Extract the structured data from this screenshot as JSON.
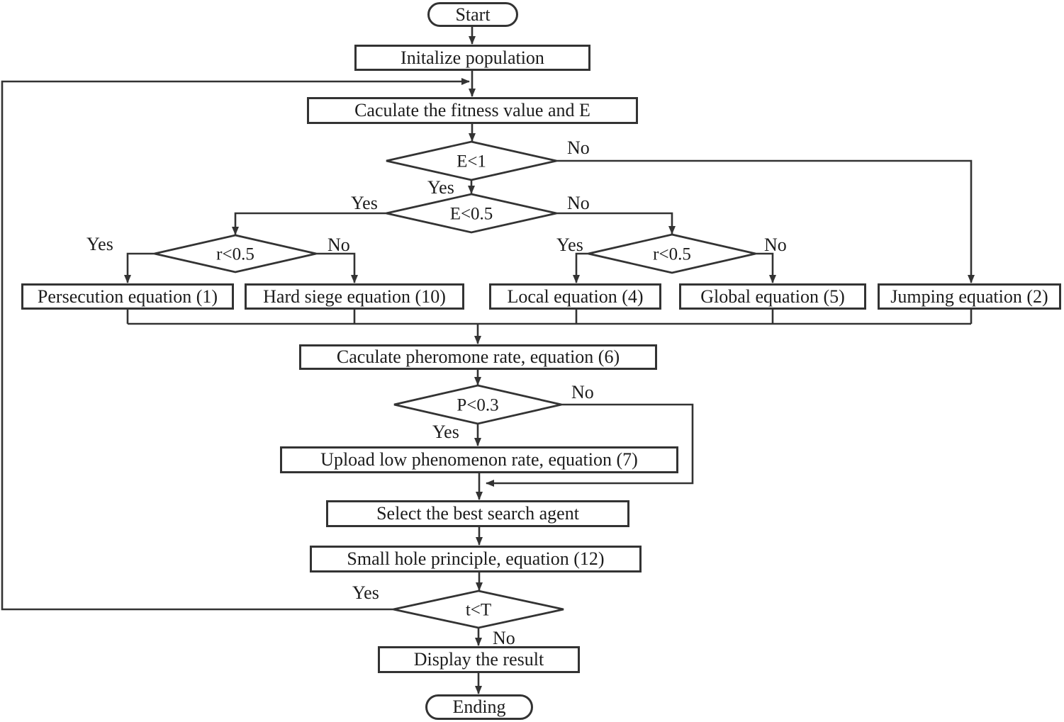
{
  "diagram_type": "flowchart",
  "colors": {
    "stroke": "#333333",
    "text": "#1c1c1c",
    "node_fill": "#ffffff",
    "background": "#ffffff"
  },
  "nodes": {
    "start": {
      "label": "Start",
      "shape": "terminal"
    },
    "init": {
      "label": "Initalize population",
      "shape": "process"
    },
    "fitness": {
      "label": "Caculate the fitness value and E",
      "shape": "process"
    },
    "e1": {
      "label": "E<1",
      "shape": "decision"
    },
    "e05": {
      "label": "E<0.5",
      "shape": "decision"
    },
    "rl": {
      "label": "r<0.5",
      "shape": "decision"
    },
    "rr": {
      "label": "r<0.5",
      "shape": "decision"
    },
    "persecution": {
      "label": "Persecution equation (1)",
      "shape": "process"
    },
    "hard_siege": {
      "label": "Hard siege equation (10)",
      "shape": "process"
    },
    "local": {
      "label": "Local equation (4)",
      "shape": "process"
    },
    "global": {
      "label": "Global equation (5)",
      "shape": "process"
    },
    "jumping": {
      "label": "Jumping equation (2)",
      "shape": "process"
    },
    "pheromone": {
      "label": "Caculate pheromone rate, equation (6)",
      "shape": "process"
    },
    "p03": {
      "label": "P<0.3",
      "shape": "decision"
    },
    "upload": {
      "label": "Upload low phenomenon rate, equation (7)",
      "shape": "process"
    },
    "select": {
      "label": "Select the best search agent",
      "shape": "process"
    },
    "small_hole": {
      "label": "Small hole principle, equation (12)",
      "shape": "process"
    },
    "tt": {
      "label": "t<T",
      "shape": "decision"
    },
    "display": {
      "label": "Display the result",
      "shape": "process"
    },
    "ending": {
      "label": "Ending",
      "shape": "terminal"
    }
  },
  "edges": [
    {
      "from": "start",
      "to": "init",
      "label": ""
    },
    {
      "from": "init",
      "to": "fitness",
      "label": ""
    },
    {
      "from": "fitness",
      "to": "e1",
      "label": ""
    },
    {
      "from": "e1",
      "to": "jumping",
      "label": "No"
    },
    {
      "from": "e1",
      "to": "e05",
      "label": "Yes"
    },
    {
      "from": "e05",
      "to": "rl",
      "label": "Yes"
    },
    {
      "from": "e05",
      "to": "rr",
      "label": "No"
    },
    {
      "from": "rl",
      "to": "persecution",
      "label": "Yes"
    },
    {
      "from": "rl",
      "to": "hard_siege",
      "label": "No"
    },
    {
      "from": "rr",
      "to": "local",
      "label": "Yes"
    },
    {
      "from": "rr",
      "to": "global",
      "label": "No"
    },
    {
      "from": "persecution",
      "to": "pheromone",
      "label": ""
    },
    {
      "from": "hard_siege",
      "to": "pheromone",
      "label": ""
    },
    {
      "from": "local",
      "to": "pheromone",
      "label": ""
    },
    {
      "from": "global",
      "to": "pheromone",
      "label": ""
    },
    {
      "from": "jumping",
      "to": "pheromone",
      "label": ""
    },
    {
      "from": "pheromone",
      "to": "p03",
      "label": ""
    },
    {
      "from": "p03",
      "to": "upload",
      "label": "Yes"
    },
    {
      "from": "p03",
      "to": "select",
      "label": "No"
    },
    {
      "from": "upload",
      "to": "select",
      "label": ""
    },
    {
      "from": "select",
      "to": "small_hole",
      "label": ""
    },
    {
      "from": "small_hole",
      "to": "tt",
      "label": ""
    },
    {
      "from": "tt",
      "to": "fitness",
      "label": "Yes"
    },
    {
      "from": "tt",
      "to": "display",
      "label": "No"
    },
    {
      "from": "display",
      "to": "ending",
      "label": ""
    }
  ]
}
